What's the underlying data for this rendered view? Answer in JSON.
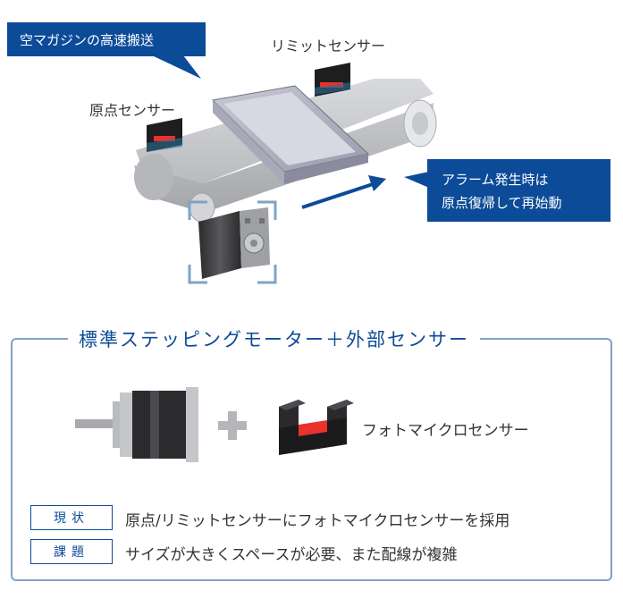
{
  "callouts": {
    "transport": "空マガジンの高速搬送",
    "alarm_line1": "アラーム発生時は",
    "alarm_line2": "原点復帰して再始動"
  },
  "labels": {
    "limit_sensor": "リミットセンサー",
    "origin_sensor": "原点センサー"
  },
  "section": {
    "title": "標準ステッピングモーター＋外部センサー",
    "plus": "+",
    "photo_sensor": "フォトマイクロセンサー"
  },
  "rows": [
    {
      "tag": "現状",
      "text": "原点/リミットセンサーにフォトマイクロセンサーを採用"
    },
    {
      "tag": "課題",
      "text": "サイズが大きくスペースが必要、また配線が複雑"
    }
  ],
  "colors": {
    "brand_blue": "#0c4b98",
    "frame_blue": "#7fa3c6",
    "sensor_red": "#e8322b"
  }
}
